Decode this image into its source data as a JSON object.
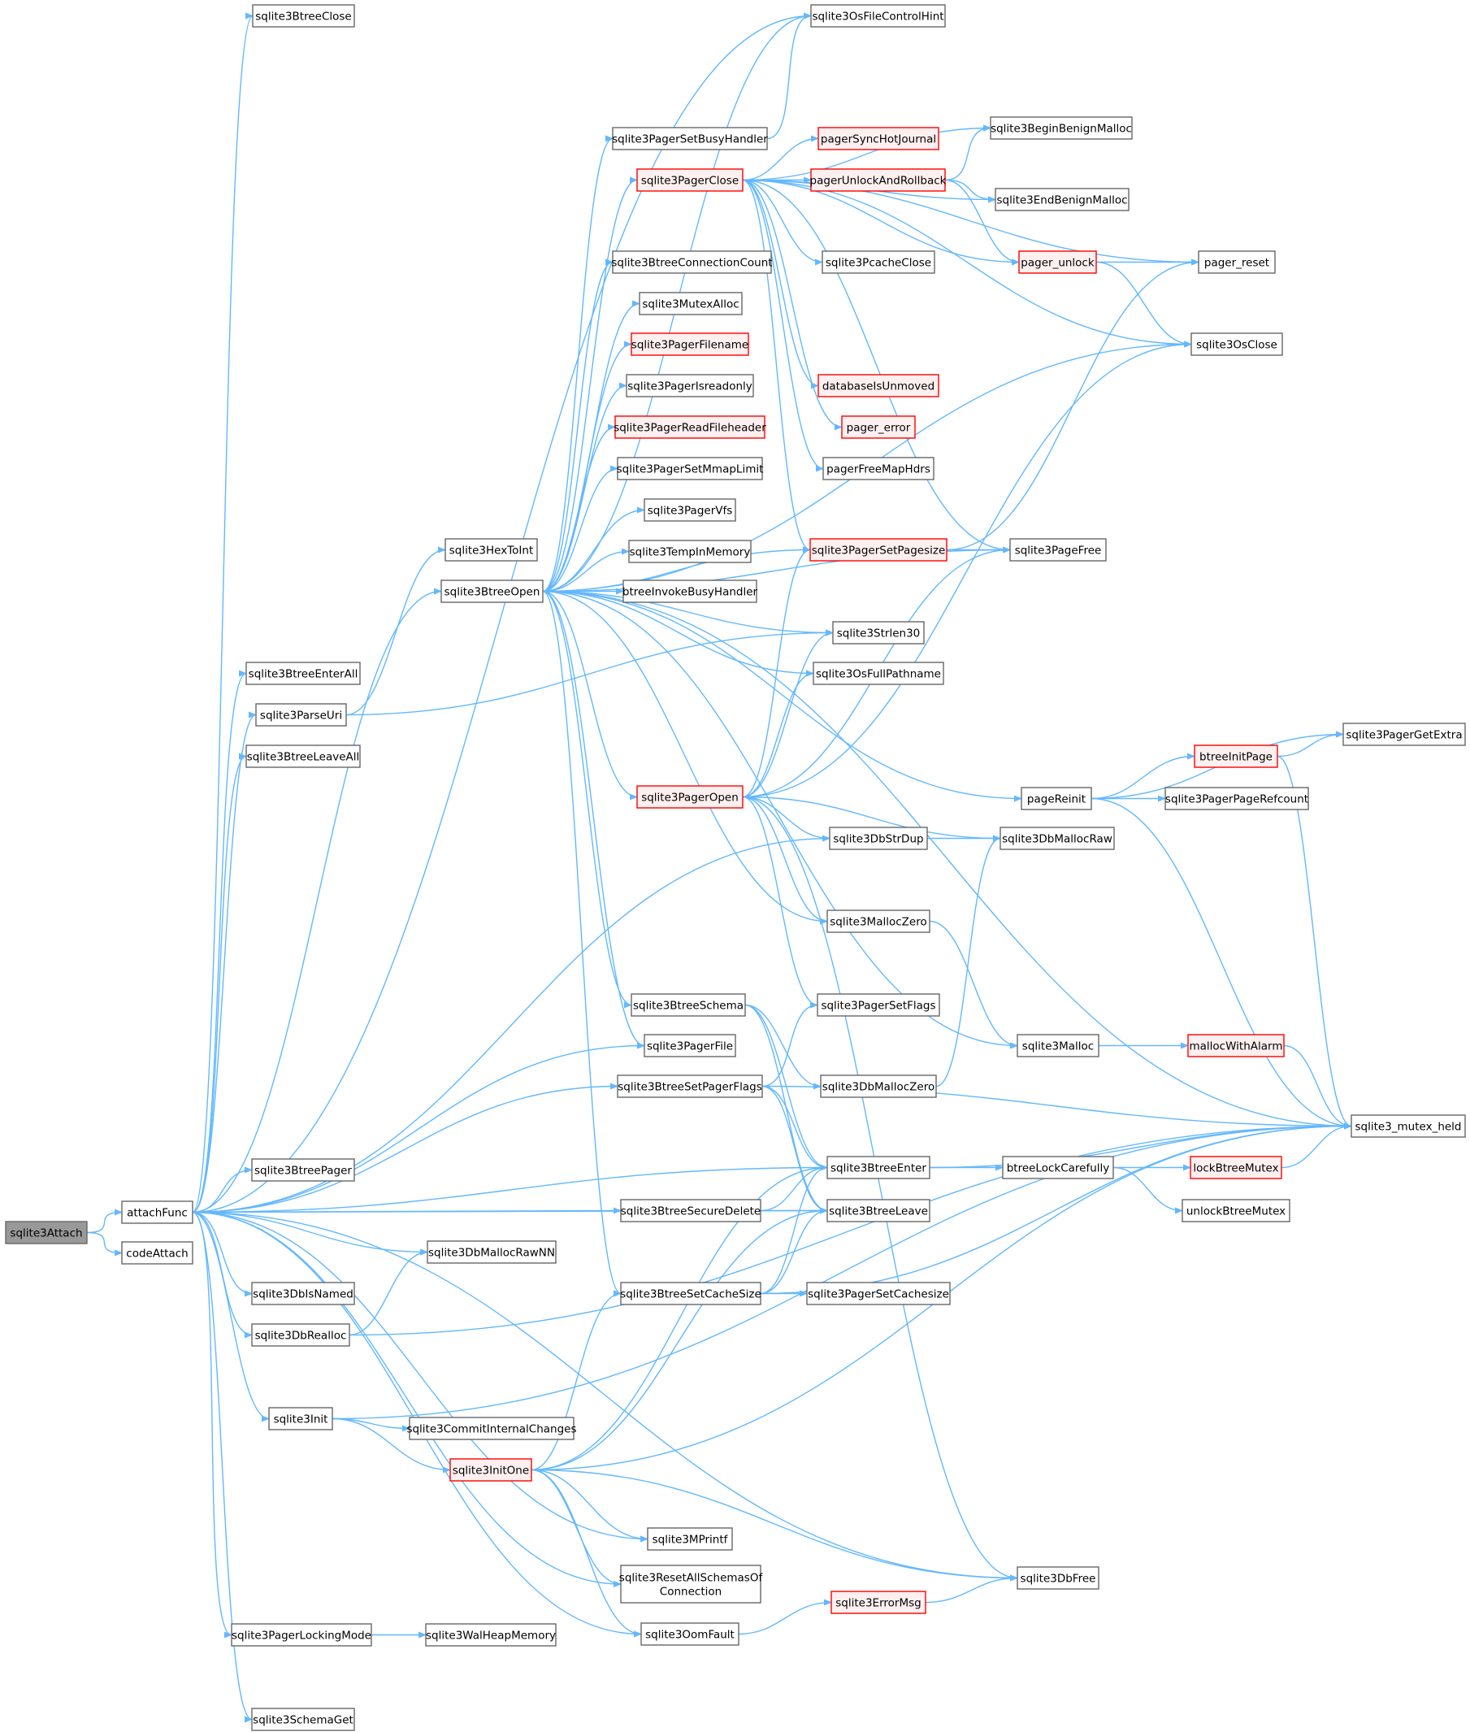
{
  "colors": {
    "edge": "#63b8ff",
    "border_normal": "#666666",
    "border_truncated": "#ff0000",
    "fill_normal": "#ffffff",
    "fill_truncated": "#fff0f0",
    "fill_root": "#999999"
  },
  "nodes": [
    {
      "id": "sqlite3Attach",
      "label": "sqlite3Attach",
      "style": "root"
    },
    {
      "id": "attachFunc",
      "label": "attachFunc",
      "style": "normal"
    },
    {
      "id": "codeAttach",
      "label": "codeAttach",
      "style": "normal"
    },
    {
      "id": "sqlite3BtreeClose",
      "label": "sqlite3BtreeClose",
      "style": "normal"
    },
    {
      "id": "sqlite3BtreeEnterAll",
      "label": "sqlite3BtreeEnterAll",
      "style": "normal"
    },
    {
      "id": "sqlite3ParseUri",
      "label": "sqlite3ParseUri",
      "style": "normal"
    },
    {
      "id": "sqlite3BtreeLeaveAll",
      "label": "sqlite3BtreeLeaveAll",
      "style": "normal"
    },
    {
      "id": "sqlite3BtreePager",
      "label": "sqlite3BtreePager",
      "style": "normal"
    },
    {
      "id": "sqlite3DbIsNamed",
      "label": "sqlite3DbIsNamed",
      "style": "normal"
    },
    {
      "id": "sqlite3DbRealloc",
      "label": "sqlite3DbRealloc",
      "style": "normal"
    },
    {
      "id": "sqlite3Init",
      "label": "sqlite3Init",
      "style": "normal"
    },
    {
      "id": "sqlite3PagerLockingMode",
      "label": "sqlite3PagerLockingMode",
      "style": "normal"
    },
    {
      "id": "sqlite3SchemaGet",
      "label": "sqlite3SchemaGet",
      "style": "normal"
    },
    {
      "id": "sqlite3HexToInt",
      "label": "sqlite3HexToInt",
      "style": "normal"
    },
    {
      "id": "sqlite3BtreeOpen",
      "label": "sqlite3BtreeOpen",
      "style": "normal"
    },
    {
      "id": "sqlite3DbMallocRawNN",
      "label": "sqlite3DbMallocRawNN",
      "style": "normal"
    },
    {
      "id": "sqlite3CommitInternalChanges",
      "label": "sqlite3CommitInternalChanges",
      "style": "normal"
    },
    {
      "id": "sqlite3InitOne",
      "label": "sqlite3InitOne",
      "style": "truncated"
    },
    {
      "id": "sqlite3WalHeapMemory",
      "label": "sqlite3WalHeapMemory",
      "style": "normal"
    },
    {
      "id": "sqlite3PagerSetBusyHandler",
      "label": "sqlite3PagerSetBusyHandler",
      "style": "normal"
    },
    {
      "id": "sqlite3PagerClose",
      "label": "sqlite3PagerClose",
      "style": "truncated"
    },
    {
      "id": "sqlite3BtreeConnectionCount",
      "label": "sqlite3BtreeConnectionCount",
      "style": "normal"
    },
    {
      "id": "sqlite3MutexAlloc",
      "label": "sqlite3MutexAlloc",
      "style": "normal"
    },
    {
      "id": "sqlite3PagerFilename",
      "label": "sqlite3PagerFilename",
      "style": "truncated"
    },
    {
      "id": "sqlite3PagerIsreadonly",
      "label": "sqlite3PagerIsreadonly",
      "style": "normal"
    },
    {
      "id": "sqlite3PagerReadFileheader",
      "label": "sqlite3PagerReadFileheader",
      "style": "truncated"
    },
    {
      "id": "sqlite3PagerSetMmapLimit",
      "label": "sqlite3PagerSetMmapLimit",
      "style": "normal"
    },
    {
      "id": "sqlite3PagerVfs",
      "label": "sqlite3PagerVfs",
      "style": "normal"
    },
    {
      "id": "sqlite3TempInMemory",
      "label": "sqlite3TempInMemory",
      "style": "normal"
    },
    {
      "id": "btreeInvokeBusyHandler",
      "label": "btreeInvokeBusyHandler",
      "style": "normal"
    },
    {
      "id": "sqlite3PagerOpen",
      "label": "sqlite3PagerOpen",
      "style": "truncated"
    },
    {
      "id": "sqlite3BtreeSchema",
      "label": "sqlite3BtreeSchema",
      "style": "normal"
    },
    {
      "id": "sqlite3PagerFile",
      "label": "sqlite3PagerFile",
      "style": "normal"
    },
    {
      "id": "sqlite3BtreeSetPagerFlags",
      "label": "sqlite3BtreeSetPagerFlags",
      "style": "normal"
    },
    {
      "id": "sqlite3BtreeSecureDelete",
      "label": "sqlite3BtreeSecureDelete",
      "style": "normal"
    },
    {
      "id": "sqlite3BtreeSetCacheSize",
      "label": "sqlite3BtreeSetCacheSize",
      "style": "normal"
    },
    {
      "id": "sqlite3MPrintf",
      "label": "sqlite3MPrintf",
      "style": "normal"
    },
    {
      "id": "sqlite3ResetAllSchemasOfConnection",
      "label": "sqlite3ResetAllSchemasOf\nConnection",
      "style": "normal"
    },
    {
      "id": "sqlite3OomFault",
      "label": "sqlite3OomFault",
      "style": "normal"
    },
    {
      "id": "sqlite3OsFileControlHint",
      "label": "sqlite3OsFileControlHint",
      "style": "normal"
    },
    {
      "id": "pagerSyncHotJournal",
      "label": "pagerSyncHotJournal",
      "style": "truncated"
    },
    {
      "id": "pagerUnlockAndRollback",
      "label": "pagerUnlockAndRollback",
      "style": "truncated"
    },
    {
      "id": "sqlite3PcacheClose",
      "label": "sqlite3PcacheClose",
      "style": "normal"
    },
    {
      "id": "pager_unlock",
      "label": "pager_unlock",
      "style": "truncated"
    },
    {
      "id": "databaseIsUnmoved",
      "label": "databaseIsUnmoved",
      "style": "truncated"
    },
    {
      "id": "pager_error",
      "label": "pager_error",
      "style": "truncated"
    },
    {
      "id": "pagerFreeMapHdrs",
      "label": "pagerFreeMapHdrs",
      "style": "normal"
    },
    {
      "id": "sqlite3PagerSetPagesize",
      "label": "sqlite3PagerSetPagesize",
      "style": "truncated"
    },
    {
      "id": "sqlite3Strlen30",
      "label": "sqlite3Strlen30",
      "style": "normal"
    },
    {
      "id": "sqlite3OsFullPathname",
      "label": "sqlite3OsFullPathname",
      "style": "normal"
    },
    {
      "id": "sqlite3DbStrDup",
      "label": "sqlite3DbStrDup",
      "style": "normal"
    },
    {
      "id": "sqlite3MallocZero",
      "label": "sqlite3MallocZero",
      "style": "normal"
    },
    {
      "id": "sqlite3PagerSetFlags",
      "label": "sqlite3PagerSetFlags",
      "style": "normal"
    },
    {
      "id": "sqlite3DbMallocZero",
      "label": "sqlite3DbMallocZero",
      "style": "normal"
    },
    {
      "id": "sqlite3BtreeEnter",
      "label": "sqlite3BtreeEnter",
      "style": "normal"
    },
    {
      "id": "sqlite3BtreeLeave",
      "label": "sqlite3BtreeLeave",
      "style": "normal"
    },
    {
      "id": "sqlite3PagerSetCachesize",
      "label": "sqlite3PagerSetCachesize",
      "style": "normal"
    },
    {
      "id": "sqlite3ErrorMsg",
      "label": "sqlite3ErrorMsg",
      "style": "truncated"
    },
    {
      "id": "sqlite3BeginBenignMalloc",
      "label": "sqlite3BeginBenignMalloc",
      "style": "normal"
    },
    {
      "id": "sqlite3EndBenignMalloc",
      "label": "sqlite3EndBenignMalloc",
      "style": "normal"
    },
    {
      "id": "sqlite3PageFree",
      "label": "sqlite3PageFree",
      "style": "normal"
    },
    {
      "id": "pageReinit",
      "label": "pageReinit",
      "style": "normal"
    },
    {
      "id": "sqlite3DbMallocRaw",
      "label": "sqlite3DbMallocRaw",
      "style": "normal"
    },
    {
      "id": "sqlite3Malloc",
      "label": "sqlite3Malloc",
      "style": "normal"
    },
    {
      "id": "btreeLockCarefully",
      "label": "btreeLockCarefully",
      "style": "normal"
    },
    {
      "id": "sqlite3DbFree",
      "label": "sqlite3DbFree",
      "style": "normal"
    },
    {
      "id": "pager_reset",
      "label": "pager_reset",
      "style": "normal"
    },
    {
      "id": "sqlite3OsClose",
      "label": "sqlite3OsClose",
      "style": "normal"
    },
    {
      "id": "btreeInitPage",
      "label": "btreeInitPage",
      "style": "truncated"
    },
    {
      "id": "sqlite3PagerPageRefcount",
      "label": "sqlite3PagerPageRefcount",
      "style": "normal"
    },
    {
      "id": "mallocWithAlarm",
      "label": "mallocWithAlarm",
      "style": "truncated"
    },
    {
      "id": "lockBtreeMutex",
      "label": "lockBtreeMutex",
      "style": "truncated"
    },
    {
      "id": "unlockBtreeMutex",
      "label": "unlockBtreeMutex",
      "style": "normal"
    },
    {
      "id": "sqlite3PagerGetExtra",
      "label": "sqlite3PagerGetExtra",
      "style": "normal"
    },
    {
      "id": "sqlite3_mutex_held",
      "label": "sqlite3_mutex_held",
      "style": "normal"
    }
  ],
  "edges": [
    [
      "sqlite3Attach",
      "attachFunc"
    ],
    [
      "sqlite3Attach",
      "codeAttach"
    ],
    [
      "attachFunc",
      "sqlite3BtreeClose"
    ],
    [
      "attachFunc",
      "sqlite3OsFileControlHint"
    ],
    [
      "attachFunc",
      "sqlite3BtreeEnterAll"
    ],
    [
      "attachFunc",
      "sqlite3ParseUri"
    ],
    [
      "attachFunc",
      "sqlite3BtreeLeaveAll"
    ],
    [
      "attachFunc",
      "sqlite3BtreeOpen"
    ],
    [
      "attachFunc",
      "sqlite3DbStrDup"
    ],
    [
      "attachFunc",
      "sqlite3PagerFile"
    ],
    [
      "attachFunc",
      "sqlite3BtreeSetPagerFlags"
    ],
    [
      "attachFunc",
      "sqlite3BtreeEnter"
    ],
    [
      "attachFunc",
      "sqlite3BtreePager"
    ],
    [
      "attachFunc",
      "sqlite3BtreeSecureDelete"
    ],
    [
      "attachFunc",
      "sqlite3DbMallocRawNN"
    ],
    [
      "attachFunc",
      "sqlite3BtreeLeave"
    ],
    [
      "attachFunc",
      "sqlite3DbIsNamed"
    ],
    [
      "attachFunc",
      "sqlite3DbRealloc"
    ],
    [
      "attachFunc",
      "sqlite3Init"
    ],
    [
      "attachFunc",
      "sqlite3MPrintf"
    ],
    [
      "attachFunc",
      "sqlite3ResetAllSchemasOfConnection"
    ],
    [
      "attachFunc",
      "sqlite3OomFault"
    ],
    [
      "attachFunc",
      "sqlite3PagerLockingMode"
    ],
    [
      "attachFunc",
      "sqlite3DbFree"
    ],
    [
      "attachFunc",
      "sqlite3SchemaGet"
    ],
    [
      "sqlite3ParseUri",
      "sqlite3HexToInt"
    ],
    [
      "sqlite3ParseUri",
      "sqlite3Strlen30"
    ],
    [
      "sqlite3BtreeOpen",
      "sqlite3OsFileControlHint"
    ],
    [
      "sqlite3BtreeOpen",
      "sqlite3PagerSetBusyHandler"
    ],
    [
      "sqlite3BtreeOpen",
      "sqlite3PagerClose"
    ],
    [
      "sqlite3BtreeOpen",
      "sqlite3BtreeConnectionCount"
    ],
    [
      "sqlite3BtreeOpen",
      "sqlite3MutexAlloc"
    ],
    [
      "sqlite3BtreeOpen",
      "sqlite3PagerFilename"
    ],
    [
      "sqlite3BtreeOpen",
      "sqlite3PagerIsreadonly"
    ],
    [
      "sqlite3BtreeOpen",
      "sqlite3PagerReadFileheader"
    ],
    [
      "sqlite3BtreeOpen",
      "sqlite3PagerSetMmapLimit"
    ],
    [
      "sqlite3BtreeOpen",
      "sqlite3PagerVfs"
    ],
    [
      "sqlite3BtreeOpen",
      "sqlite3TempInMemory"
    ],
    [
      "sqlite3BtreeOpen",
      "btreeInvokeBusyHandler"
    ],
    [
      "sqlite3BtreeOpen",
      "sqlite3Strlen30"
    ],
    [
      "sqlite3BtreeOpen",
      "sqlite3OsFullPathname"
    ],
    [
      "sqlite3BtreeOpen",
      "sqlite3PagerOpen"
    ],
    [
      "sqlite3BtreeOpen",
      "pageReinit"
    ],
    [
      "sqlite3BtreeOpen",
      "sqlite3MallocZero"
    ],
    [
      "sqlite3BtreeOpen",
      "sqlite3_mutex_held"
    ],
    [
      "sqlite3BtreeOpen",
      "sqlite3BtreeSchema"
    ],
    [
      "sqlite3BtreeOpen",
      "sqlite3PagerFile"
    ],
    [
      "sqlite3BtreeOpen",
      "sqlite3Malloc"
    ],
    [
      "sqlite3BtreeOpen",
      "sqlite3BtreeSetCacheSize"
    ],
    [
      "sqlite3BtreeOpen",
      "sqlite3PagerSetPagesize"
    ],
    [
      "sqlite3BtreeOpen",
      "sqlite3PageFree"
    ],
    [
      "sqlite3BtreeOpen",
      "sqlite3OsClose"
    ],
    [
      "sqlite3PagerSetBusyHandler",
      "sqlite3OsFileControlHint"
    ],
    [
      "sqlite3PagerClose",
      "pagerSyncHotJournal"
    ],
    [
      "sqlite3PagerClose",
      "sqlite3BeginBenignMalloc"
    ],
    [
      "sqlite3PagerClose",
      "pagerUnlockAndRollback"
    ],
    [
      "sqlite3PagerClose",
      "sqlite3EndBenignMalloc"
    ],
    [
      "sqlite3PagerClose",
      "sqlite3PcacheClose"
    ],
    [
      "sqlite3PagerClose",
      "pager_unlock"
    ],
    [
      "sqlite3PagerClose",
      "sqlite3OsClose"
    ],
    [
      "sqlite3PagerClose",
      "databaseIsUnmoved"
    ],
    [
      "sqlite3PagerClose",
      "pager_error"
    ],
    [
      "sqlite3PagerClose",
      "pagerFreeMapHdrs"
    ],
    [
      "sqlite3PagerClose",
      "sqlite3PagerSetPagesize"
    ],
    [
      "sqlite3PagerClose",
      "sqlite3PageFree"
    ],
    [
      "sqlite3PagerClose",
      "pager_reset"
    ],
    [
      "pagerUnlockAndRollback",
      "sqlite3BeginBenignMalloc"
    ],
    [
      "pagerUnlockAndRollback",
      "sqlite3EndBenignMalloc"
    ],
    [
      "pagerUnlockAndRollback",
      "pager_unlock"
    ],
    [
      "pager_unlock",
      "pager_reset"
    ],
    [
      "pager_unlock",
      "sqlite3OsClose"
    ],
    [
      "sqlite3PagerSetPagesize",
      "pager_reset"
    ],
    [
      "sqlite3PagerSetPagesize",
      "sqlite3PageFree"
    ],
    [
      "sqlite3PagerOpen",
      "sqlite3PagerSetPagesize"
    ],
    [
      "sqlite3PagerOpen",
      "sqlite3Strlen30"
    ],
    [
      "sqlite3PagerOpen",
      "sqlite3OsFullPathname"
    ],
    [
      "sqlite3PagerOpen",
      "sqlite3PageFree"
    ],
    [
      "sqlite3PagerOpen",
      "sqlite3OsClose"
    ],
    [
      "sqlite3PagerOpen",
      "sqlite3DbStrDup"
    ],
    [
      "sqlite3PagerOpen",
      "sqlite3DbMallocRaw"
    ],
    [
      "sqlite3PagerOpen",
      "sqlite3MallocZero"
    ],
    [
      "sqlite3PagerOpen",
      "sqlite3PagerSetFlags"
    ],
    [
      "sqlite3PagerOpen",
      "sqlite3DbFree"
    ],
    [
      "pageReinit",
      "sqlite3PagerGetExtra"
    ],
    [
      "pageReinit",
      "btreeInitPage"
    ],
    [
      "pageReinit",
      "sqlite3PagerPageRefcount"
    ],
    [
      "pageReinit",
      "sqlite3_mutex_held"
    ],
    [
      "btreeInitPage",
      "sqlite3PagerGetExtra"
    ],
    [
      "btreeInitPage",
      "sqlite3_mutex_held"
    ],
    [
      "sqlite3DbStrDup",
      "sqlite3DbMallocRaw"
    ],
    [
      "sqlite3MallocZero",
      "sqlite3Malloc"
    ],
    [
      "sqlite3Malloc",
      "mallocWithAlarm"
    ],
    [
      "mallocWithAlarm",
      "sqlite3_mutex_held"
    ],
    [
      "sqlite3BtreeSchema",
      "sqlite3DbMallocZero"
    ],
    [
      "sqlite3BtreeSchema",
      "sqlite3BtreeEnter"
    ],
    [
      "sqlite3BtreeSchema",
      "sqlite3BtreeLeave"
    ],
    [
      "sqlite3DbMallocZero",
      "sqlite3DbMallocRaw"
    ],
    [
      "sqlite3BtreeSetPagerFlags",
      "sqlite3PagerSetFlags"
    ],
    [
      "sqlite3BtreeSetPagerFlags",
      "sqlite3BtreeEnter"
    ],
    [
      "sqlite3BtreeSetPagerFlags",
      "sqlite3BtreeLeave"
    ],
    [
      "sqlite3BtreeSetPagerFlags",
      "sqlite3_mutex_held"
    ],
    [
      "sqlite3BtreeEnter",
      "btreeLockCarefully"
    ],
    [
      "sqlite3BtreeEnter",
      "sqlite3_mutex_held"
    ],
    [
      "btreeLockCarefully",
      "lockBtreeMutex"
    ],
    [
      "btreeLockCarefully",
      "unlockBtreeMutex"
    ],
    [
      "lockBtreeMutex",
      "sqlite3_mutex_held"
    ],
    [
      "sqlite3BtreeSecureDelete",
      "sqlite3BtreeEnter"
    ],
    [
      "sqlite3BtreeSecureDelete",
      "sqlite3BtreeLeave"
    ],
    [
      "sqlite3BtreeSetCacheSize",
      "sqlite3BtreeEnter"
    ],
    [
      "sqlite3BtreeSetCacheSize",
      "sqlite3BtreeLeave"
    ],
    [
      "sqlite3BtreeSetCacheSize",
      "sqlite3PagerSetCachesize"
    ],
    [
      "sqlite3BtreeSetCacheSize",
      "sqlite3_mutex_held"
    ],
    [
      "sqlite3DbRealloc",
      "sqlite3DbMallocRawNN"
    ],
    [
      "sqlite3DbRealloc",
      "sqlite3_mutex_held"
    ],
    [
      "sqlite3Init",
      "sqlite3CommitInternalChanges"
    ],
    [
      "sqlite3Init",
      "sqlite3InitOne"
    ],
    [
      "sqlite3Init",
      "sqlite3_mutex_held"
    ],
    [
      "sqlite3InitOne",
      "sqlite3BtreeEnter"
    ],
    [
      "sqlite3InitOne",
      "sqlite3BtreeLeave"
    ],
    [
      "sqlite3InitOne",
      "sqlite3BtreeSetCacheSize"
    ],
    [
      "sqlite3InitOne",
      "sqlite3_mutex_held"
    ],
    [
      "sqlite3InitOne",
      "sqlite3MPrintf"
    ],
    [
      "sqlite3InitOne",
      "sqlite3ResetAllSchemasOfConnection"
    ],
    [
      "sqlite3InitOne",
      "sqlite3OomFault"
    ],
    [
      "sqlite3InitOne",
      "sqlite3DbFree"
    ],
    [
      "sqlite3OomFault",
      "sqlite3ErrorMsg"
    ],
    [
      "sqlite3ErrorMsg",
      "sqlite3DbFree"
    ],
    [
      "sqlite3PagerLockingMode",
      "sqlite3WalHeapMemory"
    ]
  ]
}
